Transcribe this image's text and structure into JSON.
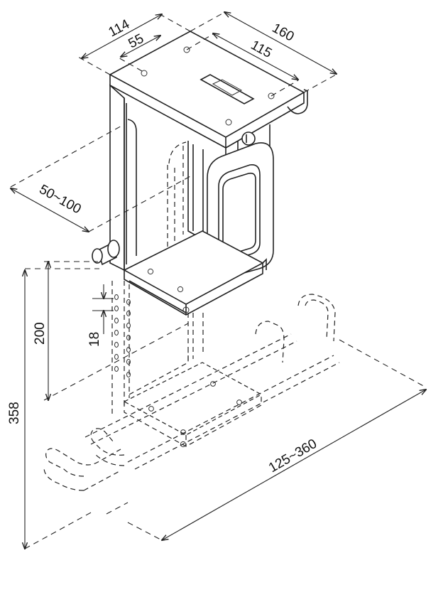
{
  "colors": {
    "line": "#222222",
    "background": "#ffffff"
  },
  "dimensions": {
    "top_depth_outer": "114",
    "top_depth_inner": "55",
    "top_width_outer": "160",
    "top_width_inner": "115",
    "height_adjust": "50~100",
    "hole_spacing": "18",
    "adjust_range": "200",
    "total_height": "358",
    "width_range": "125~360"
  }
}
